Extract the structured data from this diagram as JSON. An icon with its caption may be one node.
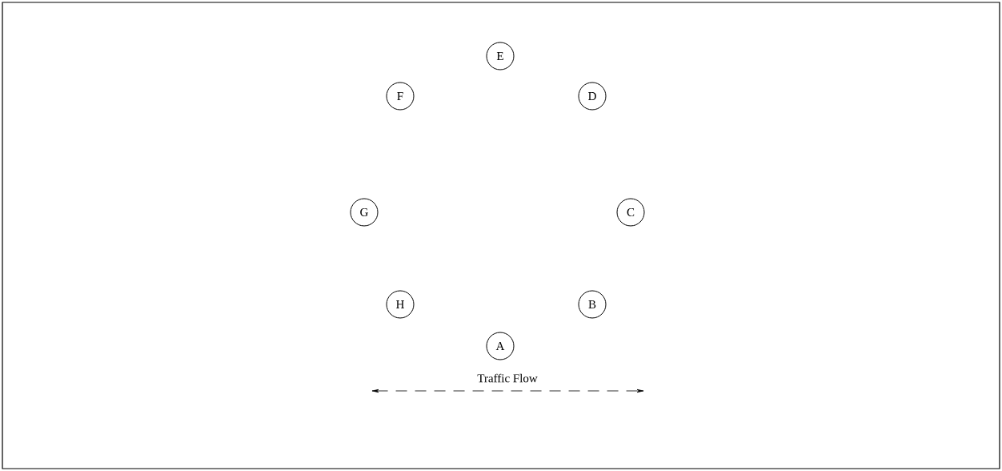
{
  "diagram": {
    "nodes": [
      {
        "text": [
          "E"
        ]
      },
      {
        "text": [
          "F"
        ]
      },
      {
        "text": [
          "D"
        ]
      },
      {
        "text": [
          "G"
        ]
      },
      {
        "text": [
          "C"
        ]
      },
      {
        "text": [
          "H"
        ]
      },
      {
        "text": [
          "B"
        ]
      },
      {
        "text": [
          "A"
        ]
      }
    ],
    "labels": [
      "Traffic Flow"
    ]
  }
}
